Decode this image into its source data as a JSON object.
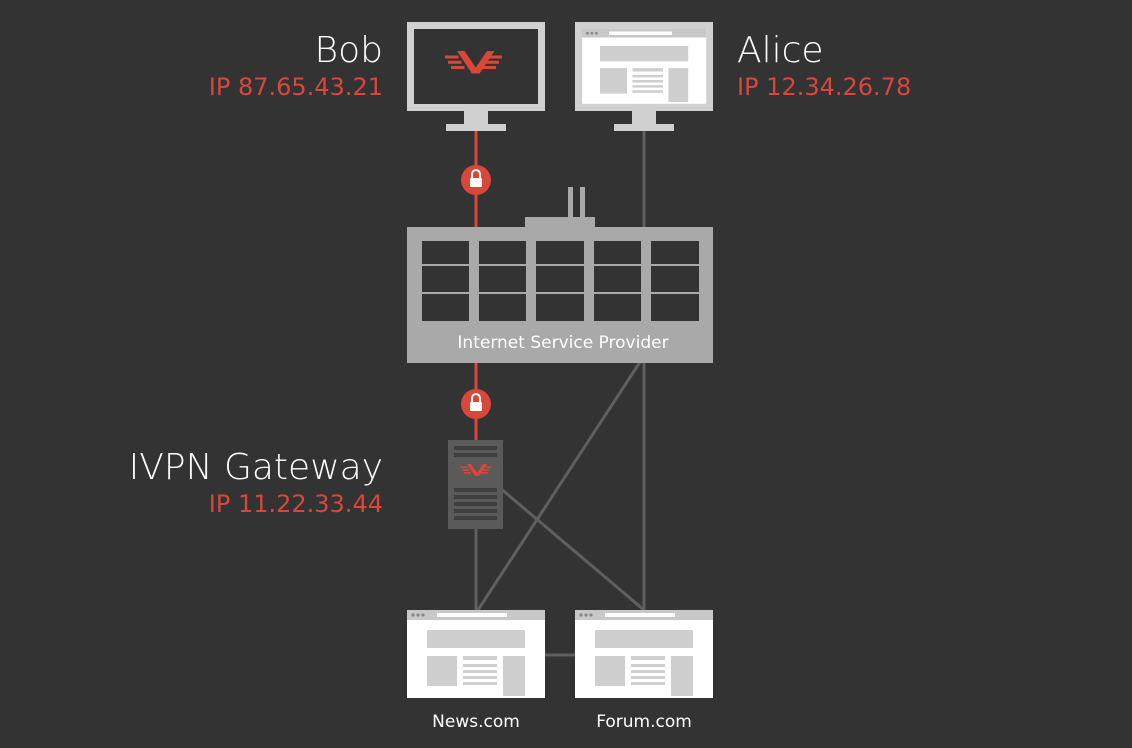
{
  "nodes": {
    "bob": {
      "name": "Bob",
      "ip": "IP 87.65.43.21"
    },
    "alice": {
      "name": "Alice",
      "ip": "IP 12.34.26.78"
    },
    "gateway": {
      "name": "IVPN Gateway",
      "ip": "IP 11.22.33.44"
    },
    "isp": {
      "label": "Internet Service Provider"
    },
    "news": {
      "label": "News.com"
    },
    "forum": {
      "label": "Forum.com"
    }
  },
  "colors": {
    "background": "#333333",
    "accent": "#d9473a",
    "device": "#c8c8c8",
    "isp_box": "#a9a9a9",
    "plain_link": "#5f5f5f",
    "secure_link": "#d9473a"
  },
  "icons": [
    "ivpn-logo-icon",
    "lock-icon",
    "browser-window-icon",
    "monitor-icon",
    "server-icon",
    "router-icon"
  ]
}
